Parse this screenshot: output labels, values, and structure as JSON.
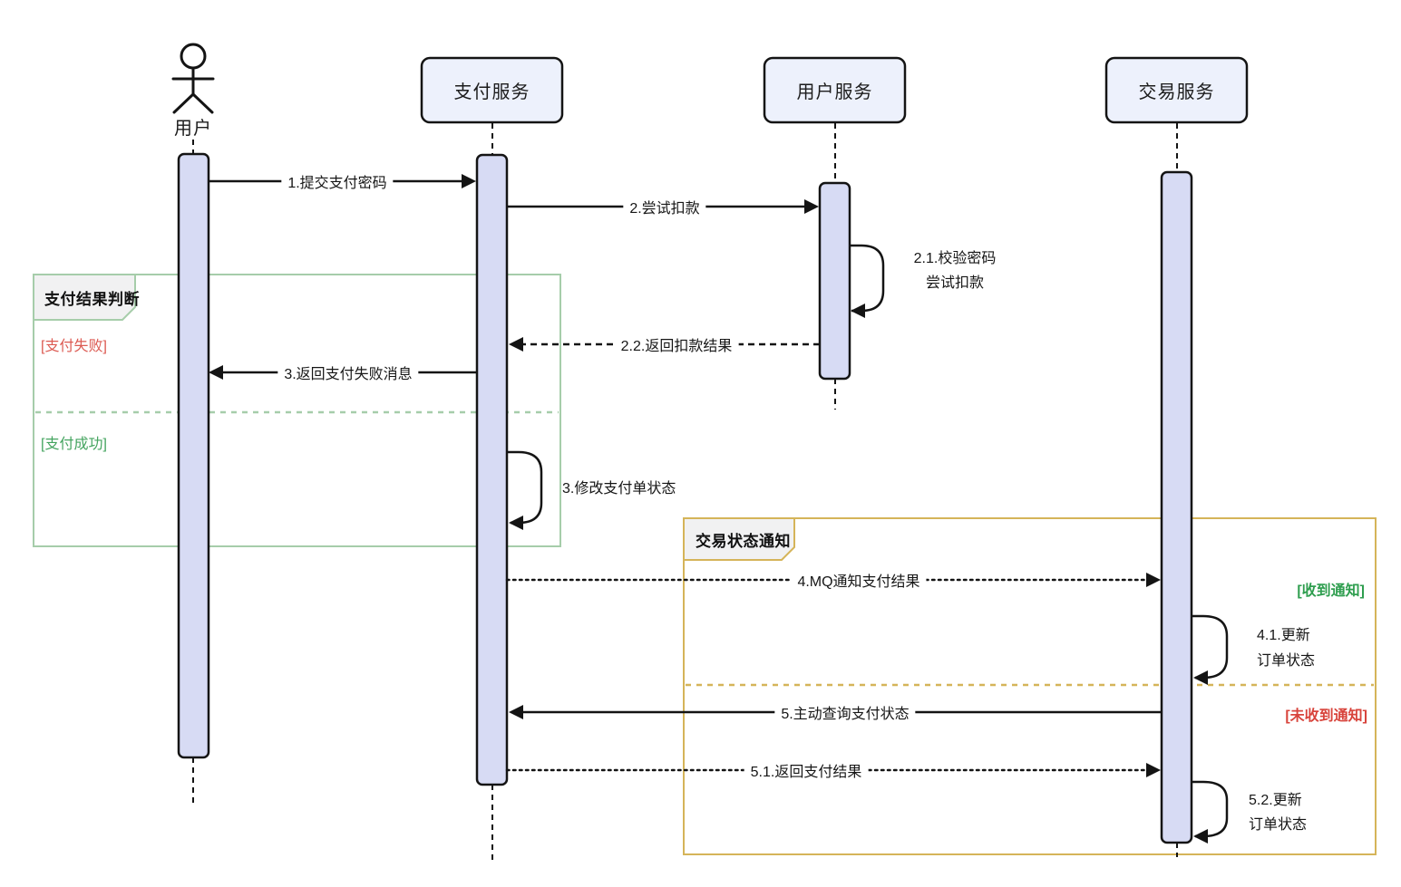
{
  "seq": {
    "participants": [
      {
        "label": "用户",
        "type": "actor"
      },
      {
        "label": "支付服务",
        "type": "service"
      },
      {
        "label": "用户服务",
        "type": "service"
      },
      {
        "label": "交易服务",
        "type": "service"
      }
    ],
    "messages": [
      {
        "seq": "1",
        "text": "1.提交支付密码",
        "kind": "sync",
        "from": "用户",
        "to": "支付服务"
      },
      {
        "seq": "2",
        "text": "2.尝试扣款",
        "kind": "sync",
        "from": "支付服务",
        "to": "用户服务"
      },
      {
        "seq": "2.1",
        "text": "2.1.校验密码",
        "text2": "尝试扣款",
        "kind": "self",
        "on": "用户服务"
      },
      {
        "seq": "2.2",
        "text": "2.2.返回扣款结果",
        "kind": "return-dashed",
        "from": "用户服务",
        "to": "支付服务"
      },
      {
        "seq": "3",
        "text": "3.返回支付失败消息",
        "kind": "sync",
        "from": "支付服务",
        "to": "用户"
      },
      {
        "seq": "3",
        "text": "3.修改支付单状态",
        "kind": "self",
        "on": "支付服务"
      },
      {
        "seq": "4",
        "text": "4.MQ通知支付结果",
        "kind": "async-dotted",
        "from": "支付服务",
        "to": "交易服务"
      },
      {
        "seq": "4.1",
        "text": "4.1.更新",
        "text2": "订单状态",
        "kind": "self",
        "on": "交易服务"
      },
      {
        "seq": "5",
        "text": "5.主动查询支付状态",
        "kind": "sync",
        "from": "交易服务",
        "to": "支付服务"
      },
      {
        "seq": "5.1",
        "text": "5.1.返回支付结果",
        "kind": "return-dotted",
        "from": "支付服务",
        "to": "交易服务"
      },
      {
        "seq": "5.2",
        "text": "5.2.更新",
        "text2": "订单状态",
        "kind": "self",
        "on": "交易服务"
      }
    ],
    "frames": [
      {
        "title": "支付结果判断",
        "border_color": "#a6cdaa",
        "sections": [
          {
            "guard": "[支付失败]",
            "guard_color": "#dc5a52"
          },
          {
            "guard": "[支付成功]",
            "guard_color": "#44a45f"
          }
        ]
      },
      {
        "title": "交易状态通知",
        "border_color": "#d5b459",
        "sections": [
          {
            "guard": "[收到通知]",
            "guard_color": "#2f9e4f"
          },
          {
            "guard": "[未收到通知]",
            "guard_color": "#d8443c"
          }
        ]
      }
    ],
    "colors": {
      "line": "#141414",
      "activation_fill": "#d7dbf4",
      "header_fill": "#edf1fc",
      "tab_fill": "#f1f1f2",
      "frame_green": "#a6cdaa",
      "frame_yellow": "#d5b459",
      "red_text": "#dc5a52",
      "green_text": "#44a45f"
    }
  }
}
